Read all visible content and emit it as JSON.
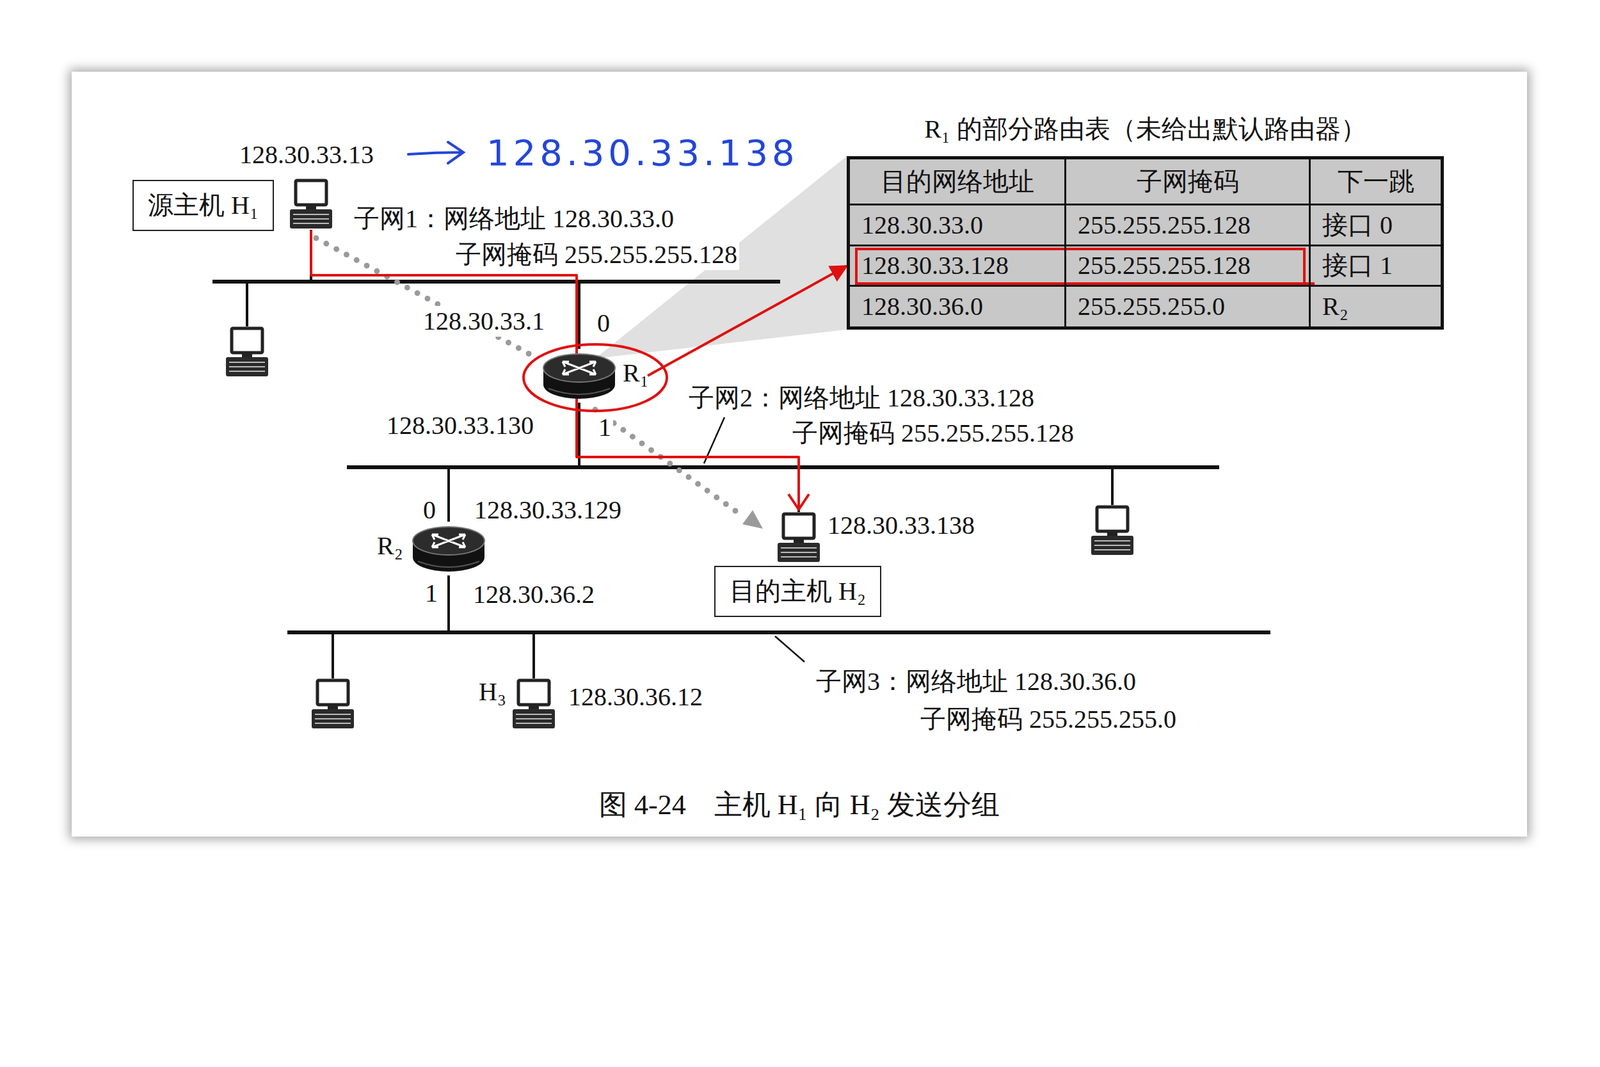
{
  "diagram": {
    "caption": "图 4-24　主机 H₁ 向 H₂ 发送分组",
    "nodes": [
      {
        "text": [
          "源主机 H₁"
        ]
      },
      {
        "text": [
          "R₁"
        ]
      },
      {
        "text": [
          "R₂"
        ]
      },
      {
        "text": [
          "目的主机 H₂"
        ]
      },
      {
        "text": [
          "R₁ 的部分路由表（未给出默认路由器）"
        ]
      }
    ],
    "edges": [
      {
        "from": 1,
        "to": 4,
        "arrow": "to"
      }
    ],
    "labels": [
      "128.30.33.13",
      "128.30.33.138",
      "子网1：网络地址 128.30.33.0",
      "子网掩码 255.255.255.128",
      "128.30.33.1",
      "0",
      "128.30.33.130",
      "1",
      "子网2：网络地址 128.30.33.128",
      "子网掩码 255.255.255.128",
      "0",
      "128.30.33.129",
      "1",
      "128.30.36.2",
      "128.30.33.138",
      "H₃",
      "128.30.36.12",
      "子网3：网络地址 128.30.36.0",
      "子网掩码 255.255.255.0",
      "目的网络地址",
      "子网掩码",
      "下一跳",
      "128.30.33.0",
      "255.255.255.128",
      "接口 0",
      "128.30.33.128",
      "255.255.255.128",
      "接口 1",
      "128.30.36.0",
      "255.255.255.0",
      "R₂"
    ]
  }
}
